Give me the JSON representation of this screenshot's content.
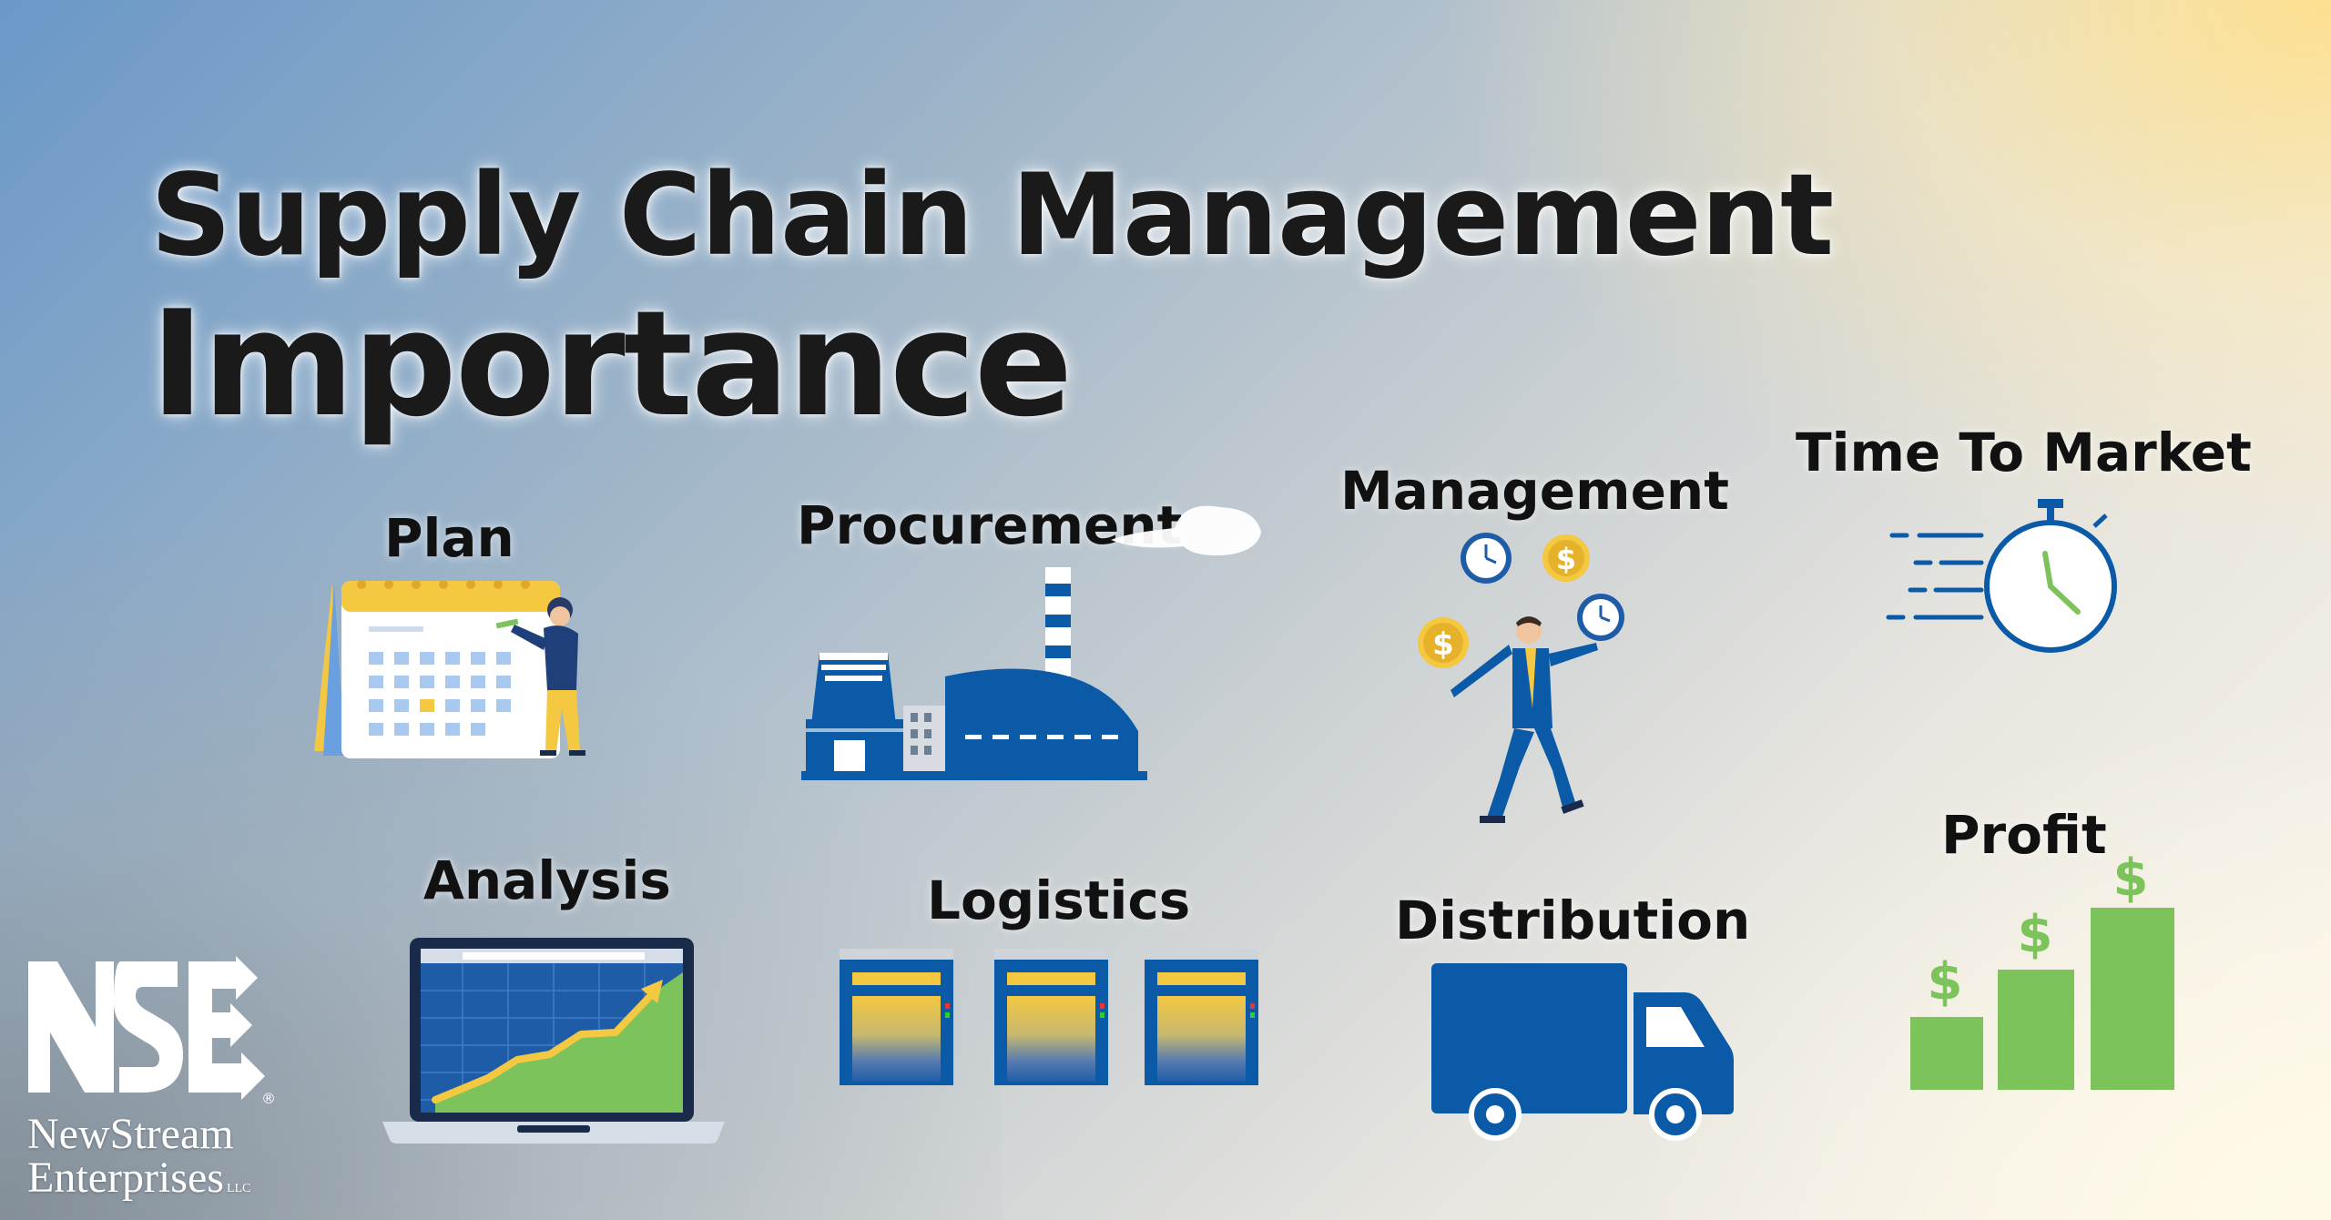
{
  "title": {
    "line1": "Supply Chain Management",
    "line2": "Importance"
  },
  "sections": {
    "plan": "Plan",
    "procurement": "Procurement",
    "management": "Management",
    "time_to_market": "Time To Market",
    "analysis": "Analysis",
    "logistics": "Logistics",
    "distribution": "Distribution",
    "profit": "Profit"
  },
  "brand": {
    "logo_letters": "NSE",
    "line1": "NewStream",
    "line2": "Enterprises",
    "suffix": "LLC",
    "registered": "®"
  },
  "symbols": {
    "dollar": "$"
  },
  "colors": {
    "primary_blue": "#0a5aa8",
    "accent_yellow": "#f5c842",
    "accent_green": "#7cc35c",
    "text_dark": "#111111"
  }
}
